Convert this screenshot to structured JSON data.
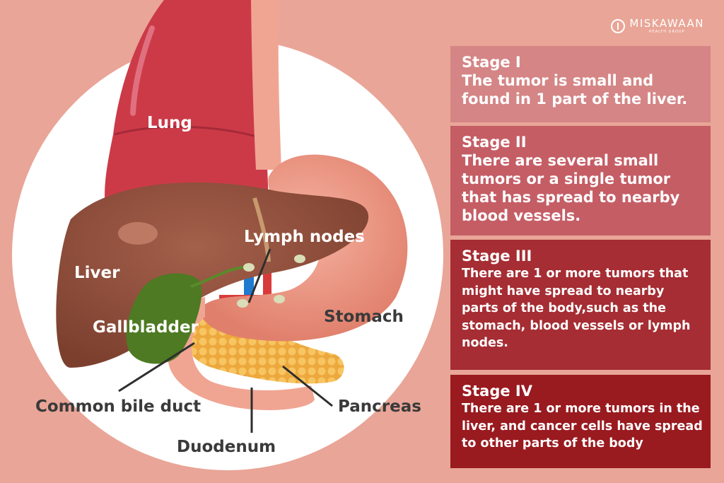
{
  "brand": {
    "name": "MISKAWAAN",
    "sub": "HEALTH GROUP"
  },
  "labels": {
    "lung": "Lung",
    "lymph_nodes": "Lymph nodes",
    "liver": "Liver",
    "stomach": "Stomach",
    "gallbladder": "Gallbladder",
    "common_bile_duct": "Common bile duct",
    "pancreas": "Pancreas",
    "duodenum": "Duodenum"
  },
  "stages": [
    {
      "title": "Stage I",
      "text": "The tumor is small and found in 1 part of the liver."
    },
    {
      "title": "Stage II",
      "text": "There are several small tumors or a single tumor that has spread to nearby blood vessels."
    },
    {
      "title": "Stage III",
      "text": "There are 1 or more tumors that might have spread to nearby parts of the body,such as the stomach, blood vessels or lymph nodes."
    },
    {
      "title": "Stage IV",
      "text": "There are 1 or more tumors in the liver, and cancer cells have spread to other parts of the body"
    }
  ],
  "colors": {
    "background": "#e9a597",
    "lung": "#cc3a48",
    "liver": "#8f4f3c",
    "gallbladder": "#4d7a22",
    "stomach": "#ee9480",
    "pancreas": "#f2b548",
    "stage_1": "#d58585",
    "stage_2": "#c55d65",
    "stage_3": "#a52d33",
    "stage_4": "#991a1f"
  }
}
